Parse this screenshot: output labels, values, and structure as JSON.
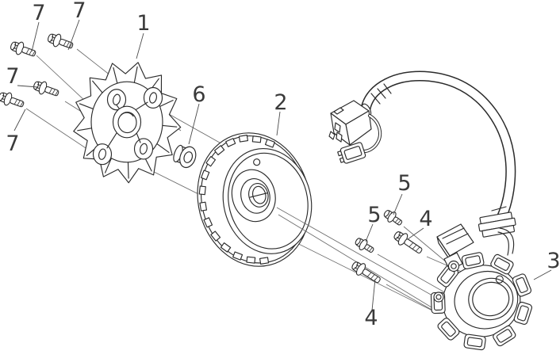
{
  "figure": {
    "type": "exploded-parts-diagram",
    "background_color": "#ffffff",
    "line_color": "#2b2b2b",
    "callout_color": "#3a3a3a",
    "callouts": [
      {
        "id": "7a",
        "label": "7"
      },
      {
        "id": "7b",
        "label": "7"
      },
      {
        "id": "1",
        "label": "1"
      },
      {
        "id": "7c",
        "label": "7"
      },
      {
        "id": "7d",
        "label": "7"
      },
      {
        "id": "6",
        "label": "6"
      },
      {
        "id": "2",
        "label": "2"
      },
      {
        "id": "5a",
        "label": "5"
      },
      {
        "id": "5b",
        "label": "5"
      },
      {
        "id": "4a",
        "label": "4"
      },
      {
        "id": "4b",
        "label": "4"
      },
      {
        "id": "3",
        "label": "3"
      }
    ]
  }
}
